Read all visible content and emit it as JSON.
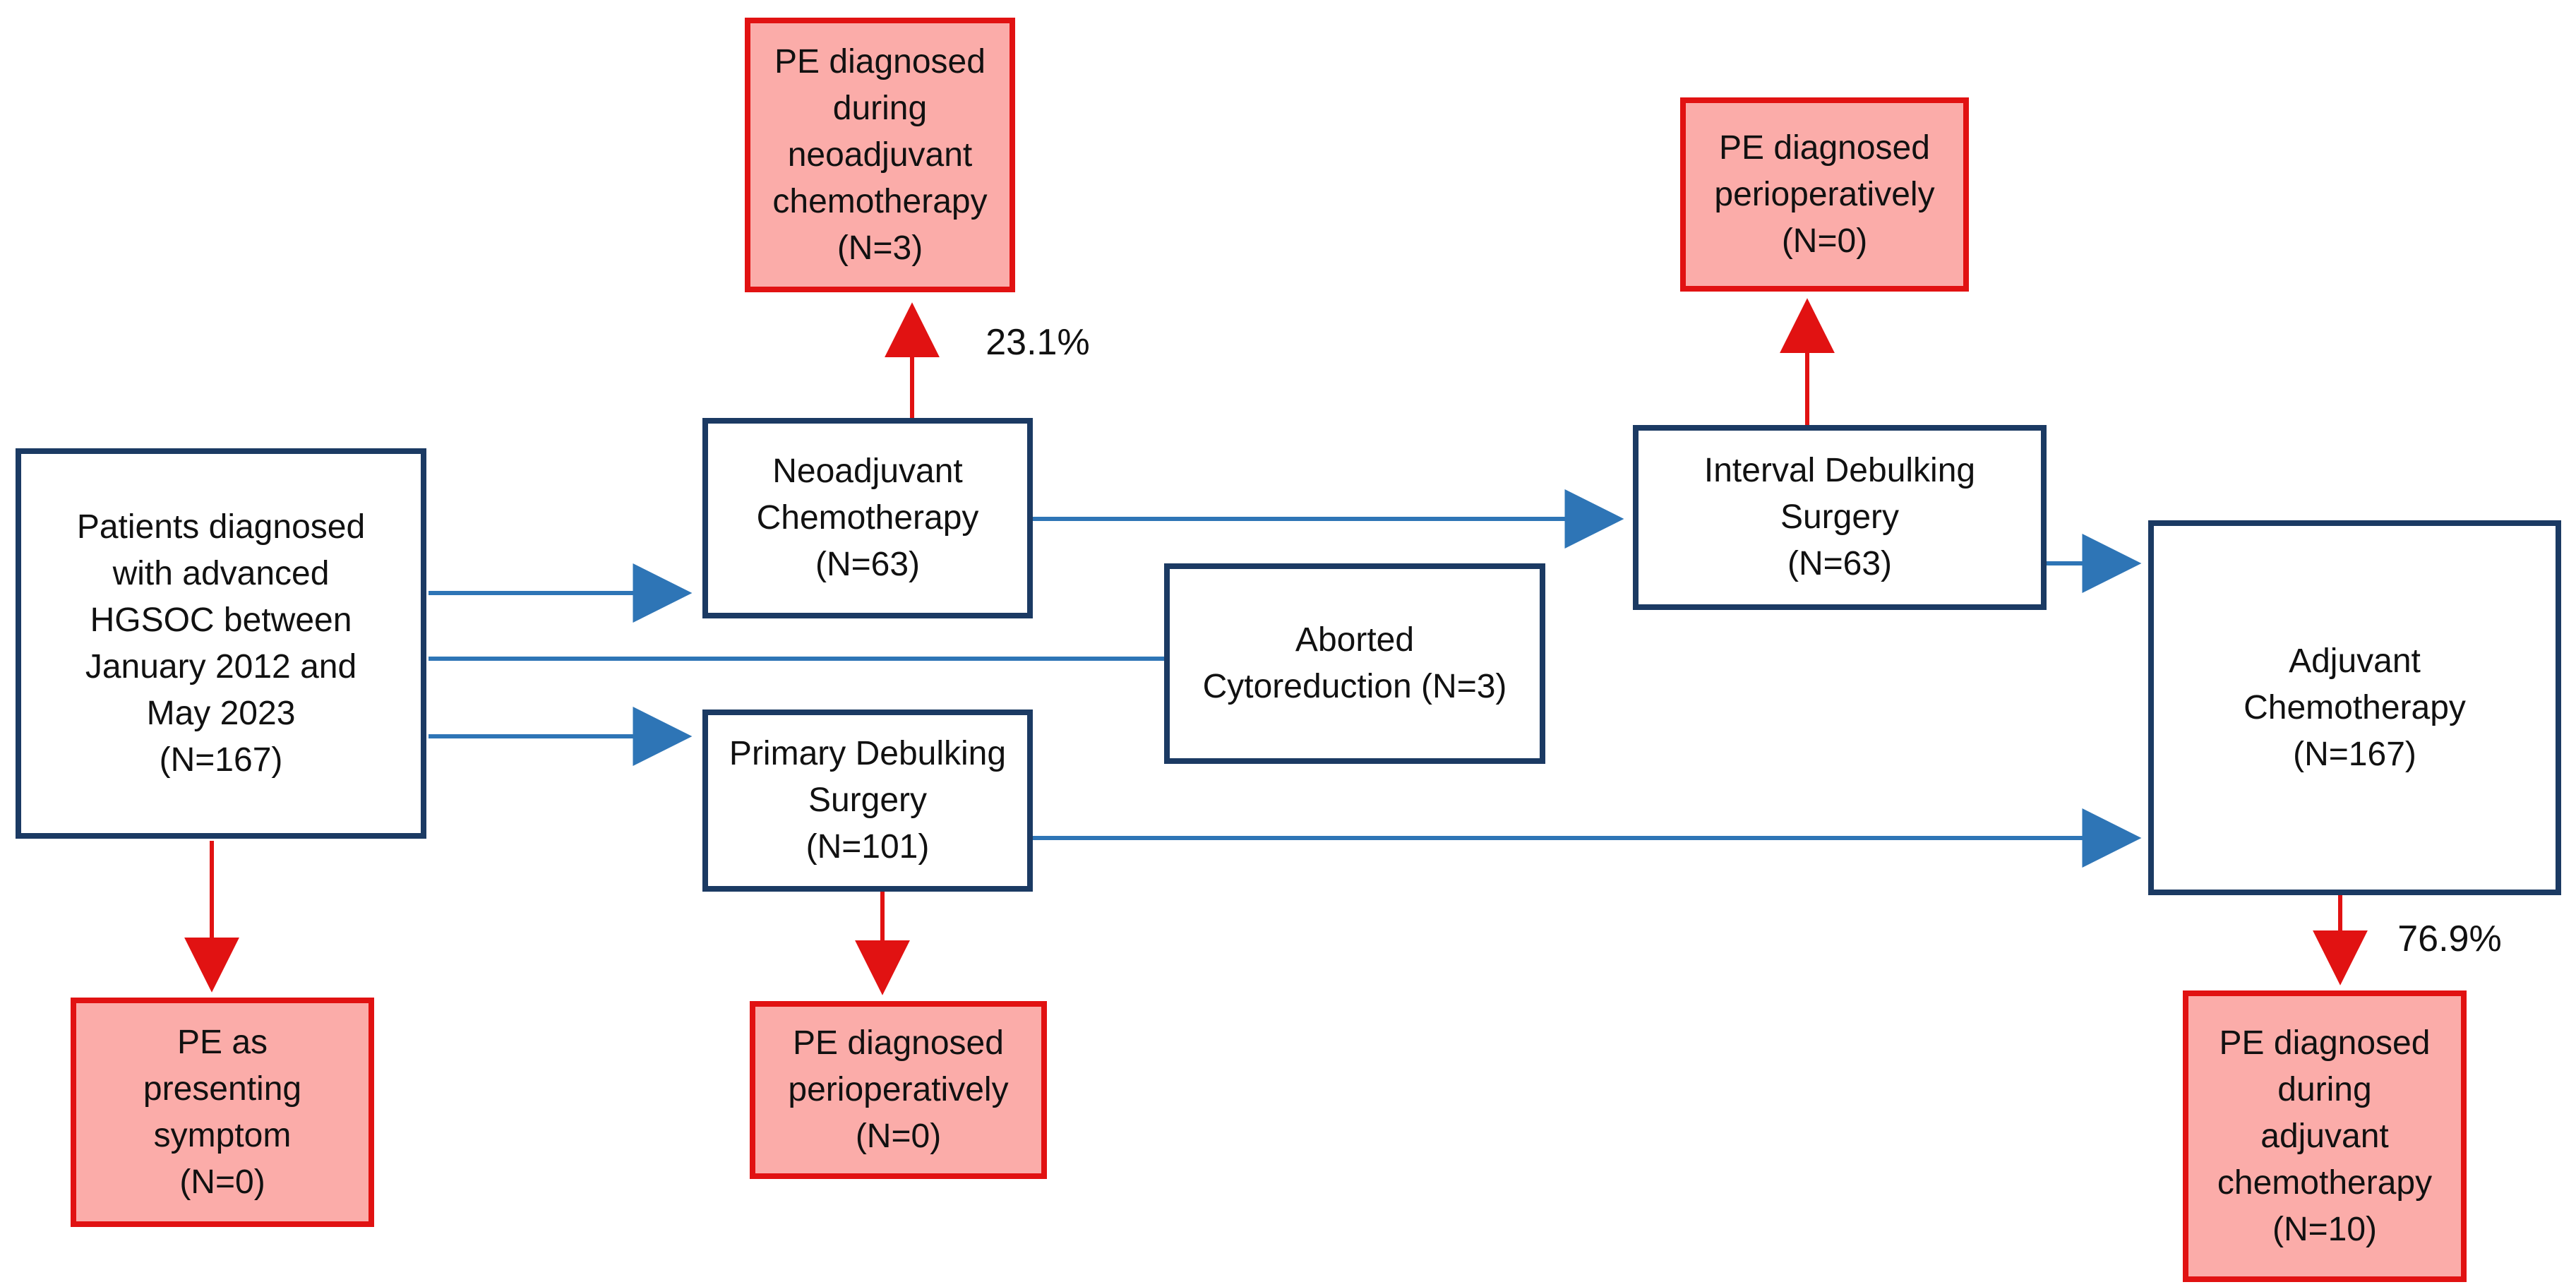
{
  "diagram": {
    "type": "flowchart",
    "nodes": {
      "patients": {
        "label": "Patients diagnosed\nwith advanced\nHGSOC between\nJanuary 2012 and\nMay 2023\n(N=167)",
        "kind": "process"
      },
      "neoadjuvant": {
        "label": "Neoadjuvant\nChemotherapy\n(N=63)",
        "kind": "process"
      },
      "primary_debulking": {
        "label": "Primary Debulking\nSurgery\n(N=101)",
        "kind": "process"
      },
      "aborted_cytoreduction": {
        "label": "Aborted\nCytoreduction (N=3)",
        "kind": "process"
      },
      "interval_debulking": {
        "label": "Interval Debulking\nSurgery\n(N=63)",
        "kind": "process"
      },
      "adjuvant": {
        "label": "Adjuvant\nChemotherapy\n(N=167)",
        "kind": "process"
      },
      "pe_presenting": {
        "label": "PE as\npresenting\nsymptom\n(N=0)",
        "kind": "outcome"
      },
      "pe_neoadjuvant": {
        "label": "PE diagnosed\nduring\nneoadjuvant\nchemotherapy\n(N=3)",
        "kind": "outcome"
      },
      "pe_perioperative_pds": {
        "label": "PE diagnosed\nperioperatively\n(N=0)",
        "kind": "outcome"
      },
      "pe_perioperative_ids": {
        "label": "PE diagnosed\nperioperatively\n(N=0)",
        "kind": "outcome"
      },
      "pe_adjuvant": {
        "label": "PE diagnosed\nduring\nadjuvant\nchemotherapy\n(N=10)",
        "kind": "outcome"
      }
    },
    "annotations": {
      "neoadjuvant_pe_pct": "23.1%",
      "adjuvant_pe_pct": "76.9%"
    },
    "connectors": [
      {
        "from": "patients",
        "to": "neoadjuvant",
        "color": "blue",
        "arrowhead": true
      },
      {
        "from": "patients",
        "to": "aborted_cytoreduction",
        "color": "blue",
        "arrowhead": false
      },
      {
        "from": "patients",
        "to": "primary_debulking",
        "color": "blue",
        "arrowhead": true
      },
      {
        "from": "neoadjuvant",
        "to": "interval_debulking",
        "color": "blue",
        "arrowhead": true
      },
      {
        "from": "interval_debulking",
        "to": "adjuvant",
        "color": "blue",
        "arrowhead": true
      },
      {
        "from": "primary_debulking",
        "to": "adjuvant",
        "color": "blue",
        "arrowhead": true
      },
      {
        "from": "patients",
        "to": "pe_presenting",
        "color": "red",
        "arrowhead": true
      },
      {
        "from": "neoadjuvant",
        "to": "pe_neoadjuvant",
        "color": "red",
        "arrowhead": true,
        "label": "23.1%"
      },
      {
        "from": "primary_debulking",
        "to": "pe_perioperative_pds",
        "color": "red",
        "arrowhead": true
      },
      {
        "from": "interval_debulking",
        "to": "pe_perioperative_ids",
        "color": "red",
        "arrowhead": true
      },
      {
        "from": "adjuvant",
        "to": "pe_adjuvant",
        "color": "red",
        "arrowhead": true,
        "label": "76.9%"
      }
    ],
    "colors": {
      "process_border": "#1b3a63",
      "outcome_border": "#e11212",
      "outcome_fill": "#fbaca9",
      "flow_arrow": "#2e75b6",
      "outcome_arrow": "#e11212",
      "background": "#ffffff",
      "text": "#111111"
    }
  }
}
